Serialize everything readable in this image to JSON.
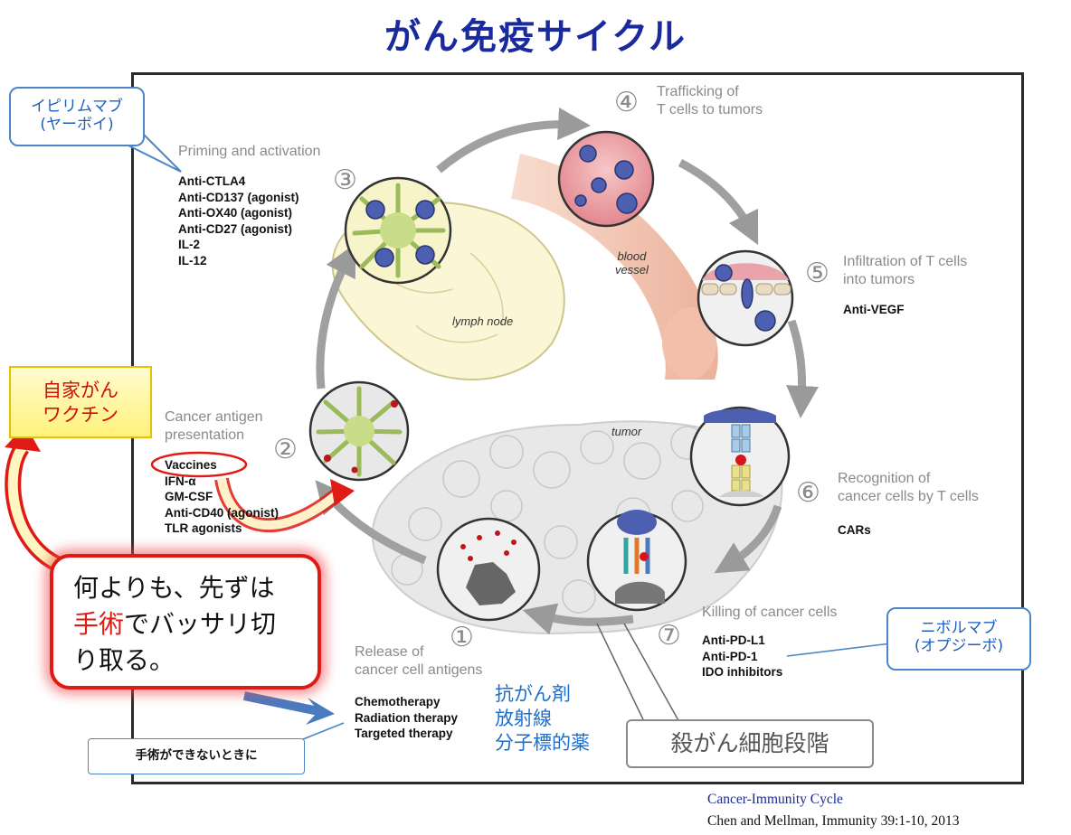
{
  "title": "がん免疫サイクル",
  "stages": [
    {
      "num": "①",
      "title_lines": [
        "Release of",
        "cancer cell antigens"
      ],
      "drugs": [
        "Chemotherapy",
        "Radiation therapy",
        "Targeted therapy"
      ]
    },
    {
      "num": "②",
      "title_lines": [
        "Cancer antigen",
        "presentation"
      ],
      "drugs": [
        "Vaccines",
        "IFN-α",
        "GM-CSF",
        "Anti-CD40 (agonist)",
        "TLR agonists"
      ]
    },
    {
      "num": "③",
      "title_lines": [
        "Priming and activation"
      ],
      "drugs": [
        "Anti-CTLA4",
        "Anti-CD137 (agonist)",
        "Anti-OX40 (agonist)",
        "Anti-CD27 (agonist)",
        "IL-2",
        "IL-12"
      ]
    },
    {
      "num": "④",
      "title_lines": [
        "Trafficking of",
        "T cells to tumors"
      ],
      "drugs": []
    },
    {
      "num": "⑤",
      "title_lines": [
        "Infiltration of T cells",
        "into tumors"
      ],
      "drugs": [
        "Anti-VEGF"
      ]
    },
    {
      "num": "⑥",
      "title_lines": [
        "Recognition of",
        "cancer cells by T cells"
      ],
      "drugs": [
        "CARs"
      ]
    },
    {
      "num": "⑦",
      "title_lines": [
        "Killing of cancer cells"
      ],
      "drugs": [
        "Anti-PD-L1",
        "Anti-PD-1",
        "IDO inhibitors"
      ]
    }
  ],
  "labels": {
    "lymph_node": "lymph node",
    "blood_vessel": [
      "blood",
      "vessel"
    ],
    "tumor": "tumor"
  },
  "annotations": {
    "ipilimumab": [
      "イピリムマブ",
      "(ヤーボイ)"
    ],
    "nivolumab": [
      "ニボルマブ",
      "(オプジーボ)"
    ],
    "autologous_vaccine": [
      "自家がん",
      "ワクチン"
    ],
    "surgery_line1": "何よりも、先ずは",
    "surgery_red": "手術",
    "surgery_line2_rest": "でバッサリ切",
    "surgery_line3": "り取る。",
    "when_no_surgery": "手術ができないときに",
    "treatments_jp": [
      "抗がん剤",
      "放射線",
      "分子標的薬"
    ],
    "killing_stage": "殺がん細胞段階"
  },
  "citation": {
    "title": "Cancer-Immunity  Cycle",
    "ref": "Chen and Mellman,  Immunity  39:1-10, 2013"
  },
  "colors": {
    "title": "#1a2a9c",
    "red": "#e01a14",
    "blue": "#1d6fcf",
    "gray": "#8a8a8a"
  }
}
